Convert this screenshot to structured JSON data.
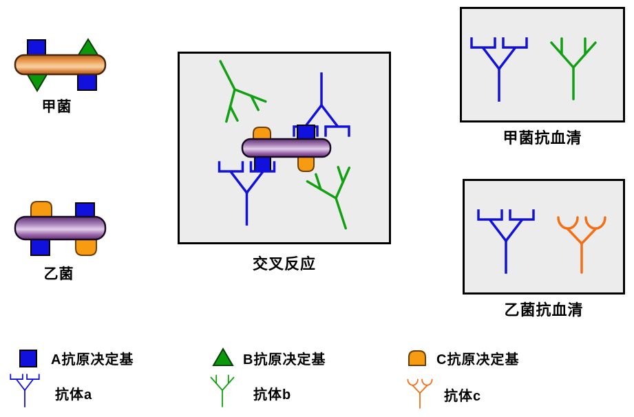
{
  "labels": {
    "bacterium_a": "甲菌",
    "bacterium_b": "乙菌",
    "cross_reaction": "交叉反应",
    "antiserum_a": "甲菌抗血清",
    "antiserum_b": "乙菌抗血清"
  },
  "legend": {
    "antigen_a": "A抗原决定基",
    "antigen_b": "B抗原决定基",
    "antigen_c": "C抗原决定基",
    "antibody_a": "抗体a",
    "antibody_b": "抗体b",
    "antibody_c": "抗体c"
  },
  "colors": {
    "antigen_antibody_blue": "#1111dd",
    "antigen_antibody_green": "#12a012",
    "antibody_orange": "#f56e14",
    "antigen_dome_orange": "#f79b10",
    "rod_a_orange_mid": "#f6c28a",
    "rod_a_orange_edge": "#b5641f",
    "rod_b_purple_mid": "#dfc9ea",
    "rod_b_purple_edge": "#5e3470",
    "panel_background": "#ececec",
    "panel_border": "#000000"
  }
}
